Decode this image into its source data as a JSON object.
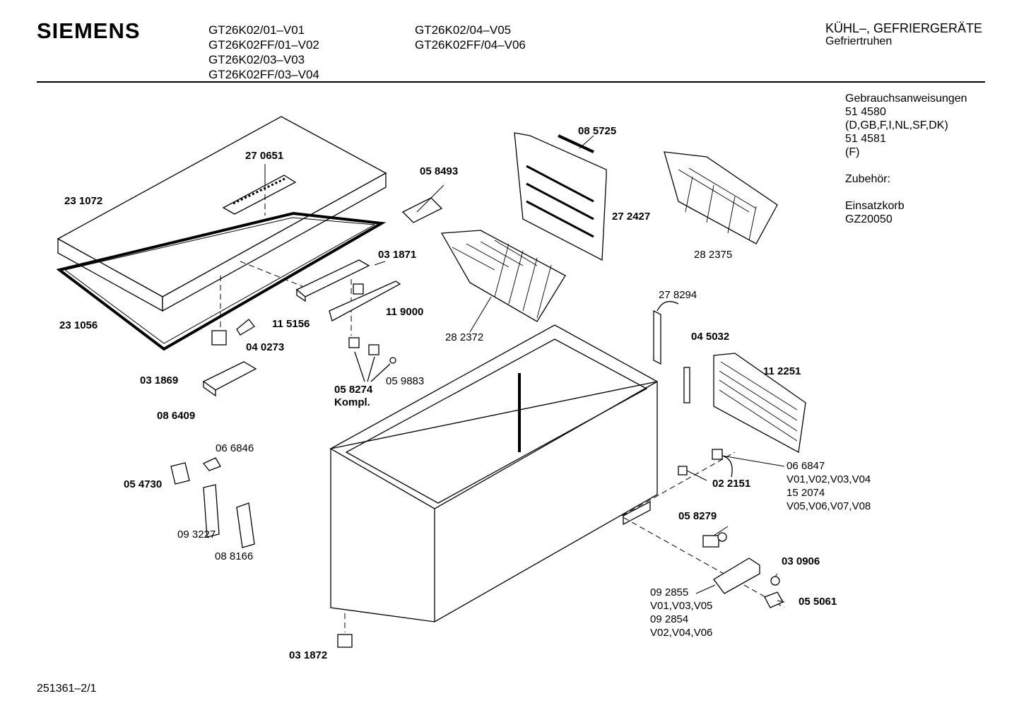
{
  "header": {
    "brand": "SIEMENS",
    "models_col1": [
      "GT26K02/01–V01",
      "GT26K02FF/01–V02",
      "GT26K02/03–V03",
      "GT26K02FF/03–V04"
    ],
    "models_col2": [
      "GT26K02/04–V05",
      "GT26K02FF/04–V06"
    ],
    "category": "KÜHL–, GEFRIERGERÄTE",
    "subcategory": "Gefriertruhen"
  },
  "sidebar": {
    "lines": [
      "Gebrauchsanweisungen",
      "51 4580",
      "(D,GB,F,I,NL,SF,DK)",
      "51 4581",
      "(F)",
      "",
      "Zubehör:",
      "",
      "Einsatzkorb",
      "GZ20050"
    ]
  },
  "parts": {
    "p270651": "27 0651",
    "p231072": "23 1072",
    "p231056": "23 1056",
    "p058493": "05 8493",
    "p085725": "08 5725",
    "p272427": "27 2427",
    "p282375": "28 2375",
    "p031871": "03 1871",
    "p119000": "11 9000",
    "p115156": "11 5156",
    "p282372": "28 2372",
    "p040273": "04 0273",
    "p031869": "03 1869",
    "p058274": "05 8274",
    "kompl": "Kompl.",
    "p059883": "05 9883",
    "p086409": "08 6409",
    "p278294": "27 8294",
    "p045032": "04 5032",
    "p112251": "11 2251",
    "p066846": "06 6846",
    "p054730": "05 4730",
    "p093227": "09 3227",
    "p088166": "08 8166",
    "p066847": "06 6847",
    "v_a": "V01,V02,V03,V04",
    "p152074": "15 2074",
    "v_b": "V05,V06,V07,V08",
    "p022151": "02 2151",
    "p058279": "05 8279",
    "p030906": "03 0906",
    "p092855": "09 2855",
    "v_c": "V01,V03,V05",
    "p092854": "09 2854",
    "v_d": "V02,V04,V06",
    "p055061": "05 5061",
    "p031872": "03 1872"
  },
  "footer": {
    "code": "251361–2/1"
  }
}
